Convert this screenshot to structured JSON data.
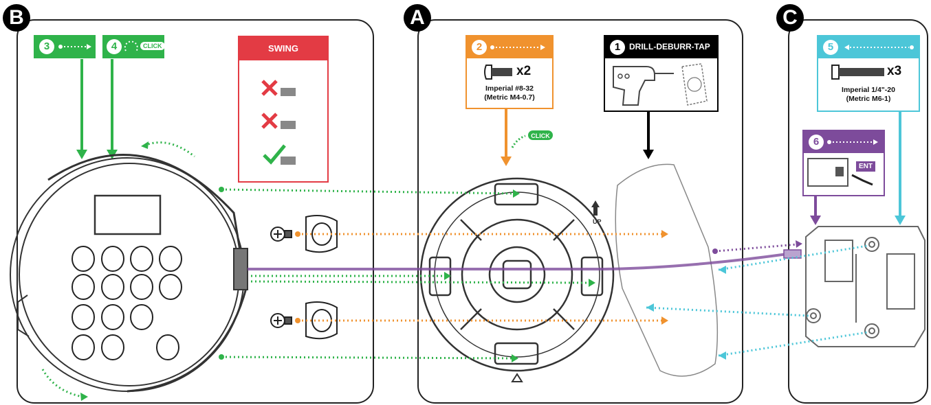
{
  "panels": {
    "b": {
      "letter": "B"
    },
    "a": {
      "letter": "A"
    },
    "c": {
      "letter": "C"
    }
  },
  "steps": {
    "s1": {
      "number": "1",
      "label": "DRILL-DEBURR-TAP"
    },
    "s2": {
      "number": "2",
      "count": "x2",
      "spec": "Imperial #8-32",
      "metric": "(Metric M4-0.7)"
    },
    "s3": {
      "number": "3"
    },
    "s4": {
      "number": "4",
      "click": "CLICK"
    },
    "s5": {
      "number": "5",
      "count": "x3",
      "spec": "Imperial 1/4\"-20",
      "metric": "(Metric M6-1)"
    },
    "s6": {
      "number": "6",
      "tag": "ENT"
    }
  },
  "swing": {
    "title": "SWING"
  },
  "panel_a": {
    "click": "CLICK",
    "up": "UP"
  },
  "colors": {
    "green": "#2fb34a",
    "orange": "#f0922e",
    "red": "#e33b44",
    "black": "#000000",
    "cyan": "#4cc6d8",
    "purple": "#7d4b9b"
  }
}
